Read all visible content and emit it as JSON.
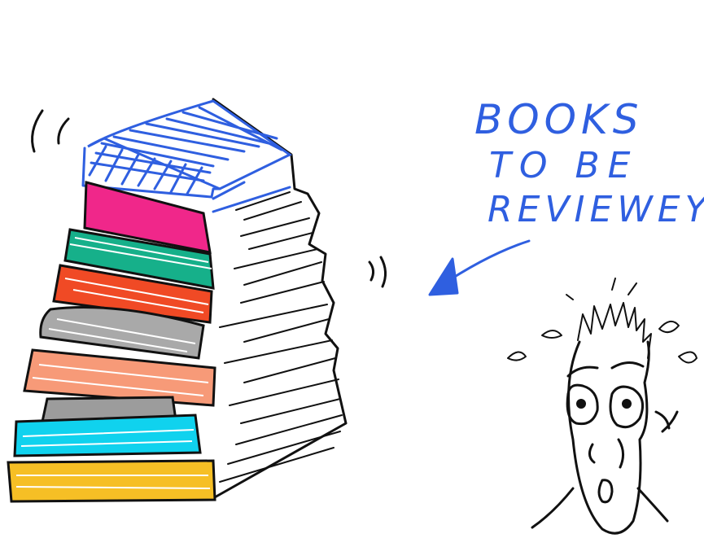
{
  "label": {
    "line1": "BOOKS",
    "line2": "TO BE",
    "line3": "REVIEWEY"
  },
  "colors": {
    "ink": "#111111",
    "label_blue": "#2f5fe0",
    "book_blue": "#2f5fe0",
    "book_magenta": "#f0278a",
    "book_green": "#16b08a",
    "book_red": "#f04a25",
    "book_gray": "#a9a9a9",
    "book_salmon": "#f79a78",
    "book_gray2": "#9c9c9c",
    "book_cyan": "#10d2ee",
    "book_yellow": "#f6bf25"
  },
  "icons": [
    "book-stack-icon",
    "arrow-icon",
    "worried-man-icon"
  ]
}
